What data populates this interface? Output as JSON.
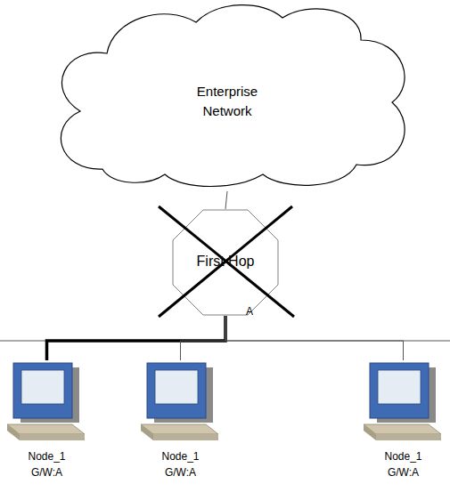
{
  "diagram": {
    "nodes": [
      {
        "text": [
          "Enterprise Network"
        ]
      },
      {
        "text": [
          "First Hop"
        ]
      },
      {
        "text": [
          "Node_1",
          "G/W:A"
        ]
      },
      {
        "text": [
          "Node_1",
          "G/W:A"
        ]
      },
      {
        "text": [
          "Node_1",
          "G/W:A"
        ]
      }
    ],
    "edges": [
      {
        "from": 0,
        "to": 1,
        "arrow": "none"
      },
      {
        "from": 1,
        "to": 2,
        "arrow": "none"
      },
      {
        "from": 1,
        "to": 3,
        "arrow": "none"
      },
      {
        "from": 1,
        "to": 4,
        "arrow": "none"
      }
    ],
    "labels": [
      "A"
    ]
  }
}
